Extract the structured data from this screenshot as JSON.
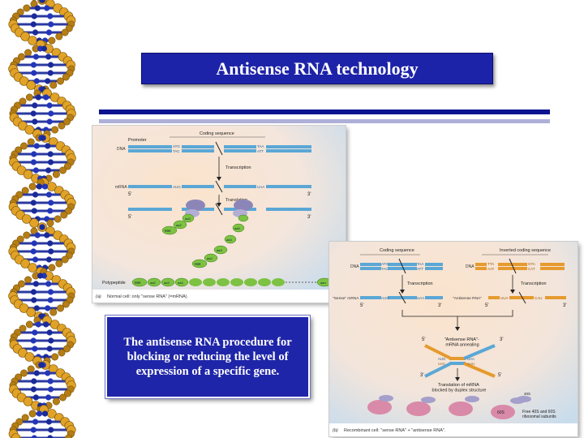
{
  "slide": {
    "title": "Antisense RNA technology",
    "caption": "The antisense RNA procedure for blocking or reducing the level of expression of a specific gene."
  },
  "figure_a": {
    "coding_sequence": "Coding sequence",
    "promoter": "Promoter",
    "dna": "DNA",
    "atg": "ATG",
    "tac": "TAC",
    "taa": "TAA",
    "att": "ATT",
    "transcription": "Transcription",
    "mrna": "mRNA",
    "five_prime": "5'",
    "three_prime": "3'",
    "aug": "AUG",
    "uaa": "UAA",
    "translation": "Translation",
    "met": "Met",
    "aa2": "aa2",
    "aa3": "aa3",
    "aa4": "aa4",
    "aa5": "aa5",
    "aan": "aan",
    "polypeptide": "Polypeptide",
    "panel_label": "(a)",
    "panel_caption": "Normal cell: only \"sense RNA\" (=mRNA)."
  },
  "figure_b": {
    "coding_sequence": "Coding sequence",
    "inverted_coding_sequence": "Inverted coding sequence",
    "dna": "DNA",
    "atg": "ATG",
    "tac": "TAC",
    "taa": "TAA",
    "att": "ATT",
    "tta": "TTA",
    "aat": "AAT",
    "gta": "GTA",
    "cat": "CAT",
    "transcription": "Transcription",
    "sense_mrna": "\"Sense\" mRNA",
    "antisense_rna": "\"Antisense RNA\"",
    "aug": "AUG",
    "uaa": "UAA",
    "uua": "UUA",
    "cau": "CAU",
    "uac": "UAC",
    "auu": "AUU",
    "five_prime": "5'",
    "three_prime": "3'",
    "annealing": "\"Antisense RNA\"-\nmRNA annealing",
    "translation_blocked": "Translation of mRNA\nblocked by duplex structure",
    "free_subunits": "Free 40S and 60S\nribosomal subunits",
    "s60": "60S",
    "s40": "40S",
    "panel_label": "(b)",
    "panel_caption": "Recombinant cell: \"sense RNA\" + \"antisense RNA\"."
  },
  "colors": {
    "title_bg": "#1d23a8",
    "rule_dark": "#0b1390",
    "rule_light": "#aeb0d8",
    "strand_blue": "#5aa7d6",
    "strand_orange": "#e69a2e",
    "peptide_green": "#7dc242",
    "ribosome_purple": "#8c86b8",
    "ribosome_pink": "#d98aa8"
  }
}
